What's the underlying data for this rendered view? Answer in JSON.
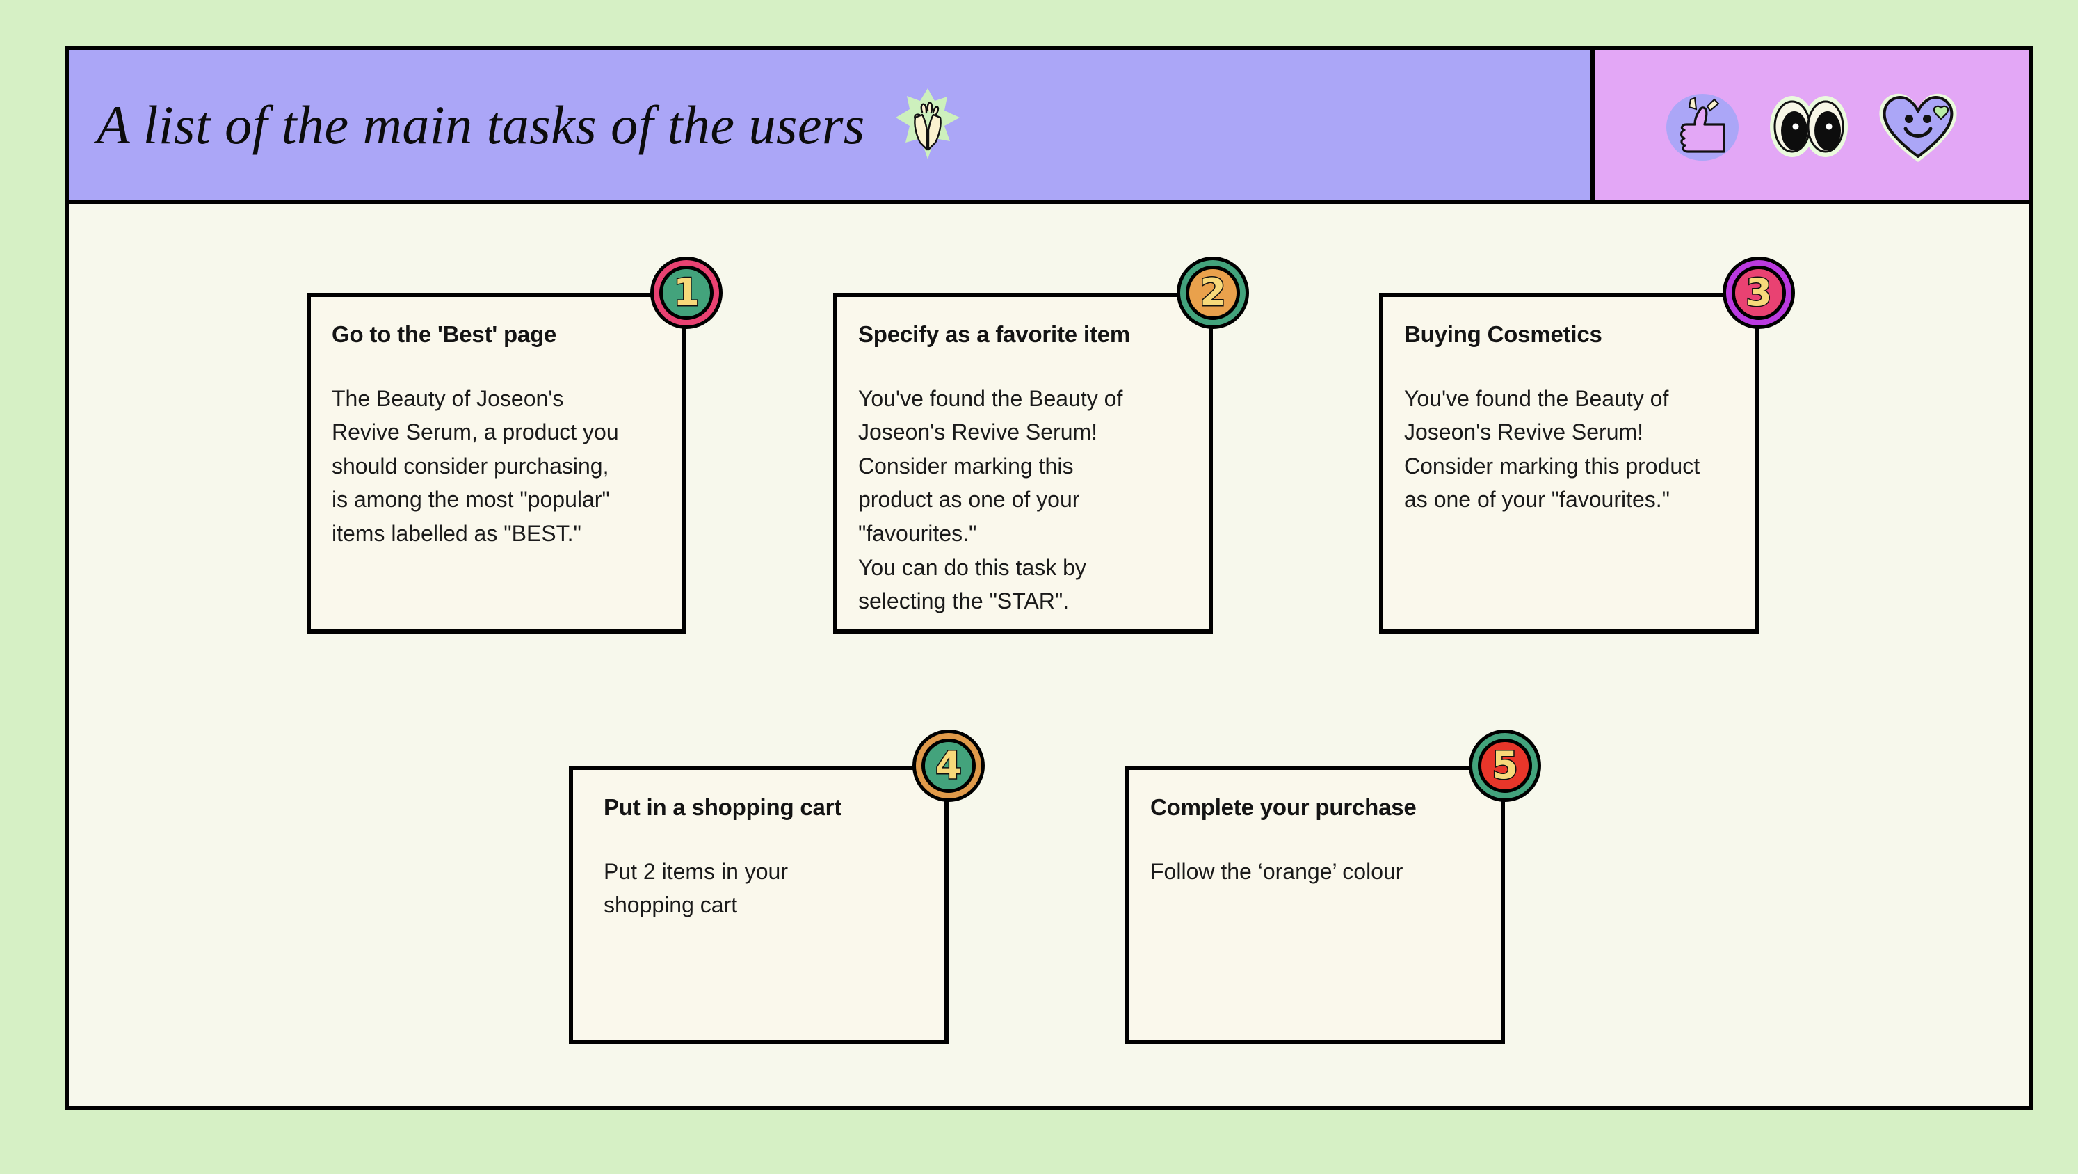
{
  "page": {
    "background_color": "#d6f0c5",
    "panel_color": "#f7f8ec"
  },
  "header": {
    "title": "A list of the main tasks of the users",
    "title_band_color": "#aba6f7",
    "sticker_band_color": "#e3a7f6",
    "title_sticker": "clapping-hands-sticker",
    "stickers": [
      {
        "name": "thumbs-up-sticker"
      },
      {
        "name": "eyes-sticker"
      },
      {
        "name": "smiling-heart-sticker"
      }
    ]
  },
  "cards": [
    {
      "number": "1",
      "title": "Go to the 'Best' page",
      "body": "The Beauty of Joseon's\nRevive Serum, a product you\nshould consider purchasing,\nis among the most \"popular\"\nitems labelled as \"BEST.\"",
      "badge_fill": "#43a37c",
      "badge_ring": "#e94272"
    },
    {
      "number": "2",
      "title": "Specify as a favorite item",
      "body": "You've found the Beauty of\nJoseon's Revive Serum!\nConsider marking this\nproduct as one of your\n\"favourites.\"\nYou can do this task by\nselecting the \"STAR\".",
      "badge_fill": "#e9a14c",
      "badge_ring": "#43a37c"
    },
    {
      "number": "3",
      "title": "Buying Cosmetics",
      "body": "You've found the Beauty of\nJoseon's Revive Serum!\nConsider marking this product\nas one of your \"favourites.\"",
      "badge_fill": "#e94272",
      "badge_ring": "#bb3ae0"
    },
    {
      "number": "4",
      "title": "Put in a shopping cart",
      "body": "Put 2 items in your\nshopping cart",
      "badge_fill": "#43a37c",
      "badge_ring": "#e09a4a"
    },
    {
      "number": "5",
      "title": "Complete your purchase",
      "body": "Follow the ‘orange’ colour",
      "badge_fill": "#e8362a",
      "badge_ring": "#43a37c"
    }
  ]
}
